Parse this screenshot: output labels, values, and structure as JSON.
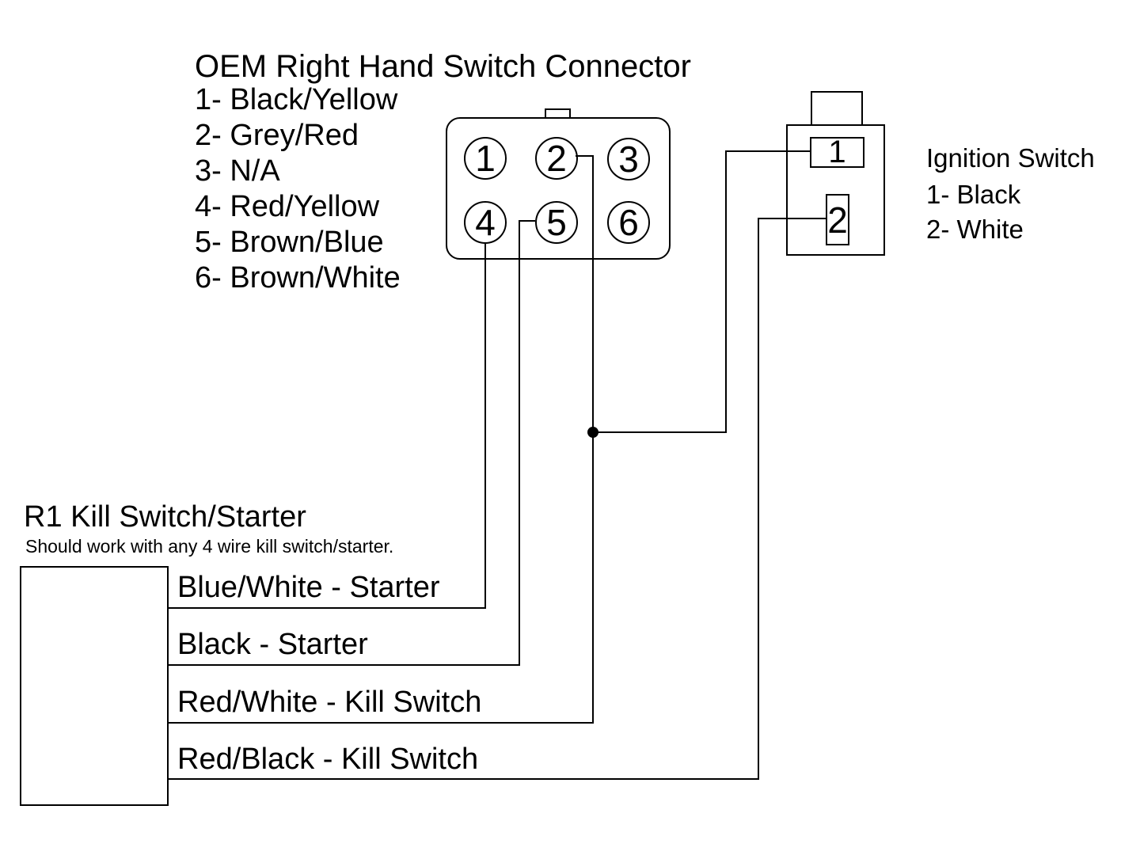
{
  "diagram": {
    "background": "#ffffff",
    "line_color": "#000000"
  },
  "oem_connector": {
    "title": "OEM Right Hand Switch Connector",
    "pin_list": [
      "1- Black/Yellow",
      "2- Grey/Red",
      "3- N/A",
      "4- Red/Yellow",
      "5- Brown/Blue",
      "6- Brown/White"
    ],
    "pin_numbers": [
      "1",
      "2",
      "3",
      "4",
      "5",
      "6"
    ]
  },
  "ignition_switch": {
    "title": "Ignition Switch",
    "pin_list": [
      "1- Black",
      "2- White"
    ],
    "pin_numbers": [
      "1",
      "2"
    ]
  },
  "kill_switch": {
    "title": "R1 Kill Switch/Starter",
    "subtitle": "Should work with any 4 wire kill switch/starter.",
    "wire_labels": [
      "Blue/White - Starter",
      "Black - Starter",
      "Red/White - Kill Switch",
      "Red/Black - Kill Switch"
    ]
  }
}
